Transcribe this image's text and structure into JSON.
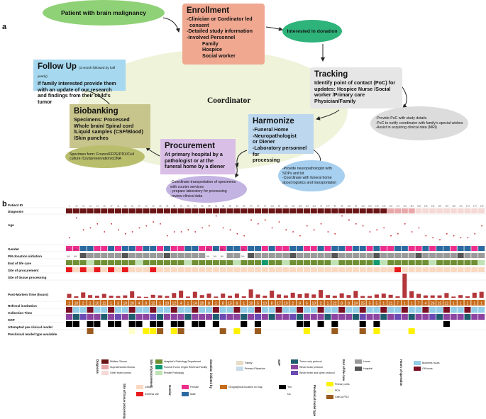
{
  "panel_a": {
    "label": "a",
    "coordinator": "Coordinator",
    "patient": "Patient with brain malignancy",
    "interested": "Interested in donation",
    "enrollment": {
      "title": "Enrollment",
      "items": [
        "-Clinician or Cordinator led",
        " consent",
        "-Detailed study information",
        "-Involved Personnel",
        "        Family",
        "        Hospice",
        "        Social worker"
      ]
    },
    "tracking": {
      "title": "Tracking",
      "text": "Identify point of contact (PoC) for updates: Hospice Nurse /Social worker /Primary care Physician/Family"
    },
    "tracking_note": [
      "-Provide PoC with study details",
      "-PoC to notify coordinator with family's special wishes",
      "-Assist in acquiring clinical data (MRI)"
    ],
    "harmonize": {
      "title": "Harmonize",
      "items": [
        "-Funeral Home",
        "-Neuropathologist",
        "or Diener",
        "-Laboratory personnel for",
        "processing"
      ]
    },
    "harmonize_note": [
      "-Provide neuropathologist with SOPs and kit",
      "-Coordinate with funeral home about logistics and transportation"
    ],
    "procurement": {
      "title": "Procurement",
      "text": "At primary hospital by a pathologist or at the funeral home by a diener"
    },
    "procurement_note": [
      "-Coordinate transportation of specimens with courier services",
      "- prepare laboratory for processing",
      "-review clinical data"
    ],
    "biobanking": {
      "title": "Biobanking",
      "text": "Specimens: Processed Whole brain/ Spinal cord /Liquid samples (CSF/Blood) /Skin punches"
    },
    "biobanking_note": "Specimen form: Frozen/FFPE/PDX/Cell culture /Cryopreservation/cDNA",
    "followup": {
      "title": "Follow Up",
      "subtitle": "(3 month followed by half yearly)",
      "text": "If family interested provide them with an update of our research and findings from their child's tumor"
    }
  },
  "panel_b": {
    "label": "b",
    "row_labels": [
      "Patient ID",
      "Diagnosis",
      "Age",
      "Gender",
      "PM donation initiation",
      "End of life care",
      "Site of procurement",
      "Site of tissue processing",
      "Post-Mortem Time (hours)",
      "Referral institution",
      "Collection Time",
      "SOP",
      "Attempted pre clinical model",
      "Preclinical model type available"
    ],
    "patient_ids": [
      "1",
      "10",
      "13",
      "12",
      "14",
      "26",
      "27",
      "21",
      "28",
      "18",
      "37",
      "51",
      "63",
      "65",
      "66",
      "48",
      "24",
      "55",
      "57",
      "56",
      "58",
      "61",
      "66",
      "69",
      "53",
      "59",
      "64",
      "54",
      "67",
      "101",
      "90",
      "111",
      "123",
      "125",
      "124",
      "121",
      "71",
      "107",
      "80",
      "86",
      "106",
      "92",
      "122",
      "126",
      "135",
      "115",
      "116",
      "171",
      "131",
      "181",
      "168",
      "132",
      "122",
      "154",
      "164",
      "162",
      "172",
      "173",
      "174",
      "175"
    ],
    "referral_values": [
      "1",
      "10",
      "2",
      "1",
      "10",
      "11",
      "1",
      "3",
      "10",
      "20",
      "4",
      "9",
      "12",
      "1",
      "10",
      "12",
      "4",
      "1",
      "14",
      "20",
      "8",
      "1",
      "8",
      "15",
      "8",
      "1",
      "10",
      "5",
      "10",
      "8",
      "17",
      "10",
      "2",
      "8",
      "6",
      "19",
      "2",
      "1",
      "22",
      "8",
      "8",
      "24",
      "25",
      "5",
      "5",
      "1",
      "21",
      "7",
      "1",
      "1",
      "7",
      "4",
      "26",
      "15",
      "12",
      "1",
      "1",
      "1",
      "1",
      "1"
    ],
    "legend": {
      "diagnosis": {
        "title": "Diagnosis",
        "items": [
          "Midline Glioma",
          "Supratentorial Glioma",
          "Other brain tumors"
        ]
      },
      "procurement": {
        "title": "Site of procurement",
        "items": [
          "Hospital's Pathology Department",
          "Funeral Home Organ Retrieval Facility",
          "Private Pathology"
        ]
      },
      "donation": {
        "title": "donation initiated by",
        "items": [
          "Family",
          "Primary Physician"
        ]
      },
      "sop": {
        "title": "SOP",
        "items": [
          "Tumor only protocol",
          "Whole brain protocol",
          "Whole brain and spine protocol"
        ]
      },
      "eol": {
        "title": "End of life care",
        "items": [
          "Home",
          "Hospital"
        ]
      },
      "hours": {
        "title": "Hours of operation",
        "items": [
          "Business hours",
          "Off hours"
        ]
      },
      "processing": {
        "title": "Site of tissue processing",
        "items": [
          "CNMC",
          "External site"
        ]
      },
      "gender": {
        "title": "Gender",
        "items": [
          "Female",
          "Male"
        ]
      },
      "geo": {
        "items": [
          "Geographical location on map"
        ]
      },
      "yesno": {
        "items": [
          "Yes",
          "No"
        ]
      },
      "model": {
        "title": "Preclinical model type",
        "items": [
          "Primary cells",
          "PDX",
          "Cells & PDX"
        ]
      }
    },
    "na_label": "N/A",
    "ages": [
      2,
      12,
      6,
      7,
      9,
      5,
      9,
      6,
      4,
      5,
      7,
      8,
      10,
      9,
      3,
      5,
      5,
      6,
      5,
      7,
      8,
      13,
      7,
      6,
      4,
      3,
      11,
      9,
      11,
      7,
      10,
      6,
      5,
      3,
      8,
      6,
      9,
      5,
      4,
      13,
      11,
      9,
      8,
      5,
      6,
      7,
      3,
      4,
      9,
      5,
      7,
      3,
      2,
      1,
      4,
      3,
      2,
      2,
      4,
      8
    ],
    "pm_times": [
      13,
      5,
      18,
      9,
      7,
      13,
      7,
      6,
      8,
      22,
      4,
      3,
      10,
      8,
      6,
      16,
      24,
      4,
      20,
      9,
      14,
      4,
      14,
      7,
      14,
      5,
      28,
      11,
      7,
      24,
      11,
      8,
      17,
      12,
      15,
      11,
      26,
      9,
      7,
      15,
      9,
      23,
      6,
      6,
      11,
      14,
      10,
      5,
      81,
      22,
      13,
      8,
      8,
      8,
      16,
      4,
      9,
      5,
      17,
      20
    ],
    "colors": {
      "midline": "#6b1416",
      "supra": "#e8a7a8",
      "other": "#f5d9d6",
      "female": "#ec2f8c",
      "male": "#2b6aa0",
      "family": "#e8dcc6",
      "physician": "#c9dbe7",
      "home": "#9a9a9a",
      "hospital": "#555555",
      "hosp_path": "#6e8f33",
      "funeral": "#119a6f",
      "private": "#bfe3b4",
      "cnmc": "#fad9c2",
      "external": "#e8191c",
      "bars": "#b2363a",
      "geo": "#c76d1d",
      "business": "#93cde8",
      "off": "#7a1024",
      "tumor": "#1f5d6e",
      "whole": "#8c44a0",
      "whole_spine": "#6a4bb3",
      "yes": "#000000",
      "primary": "#fff200",
      "pdx": "#ffffcc",
      "cellspdx": "#9a5b1f"
    }
  }
}
